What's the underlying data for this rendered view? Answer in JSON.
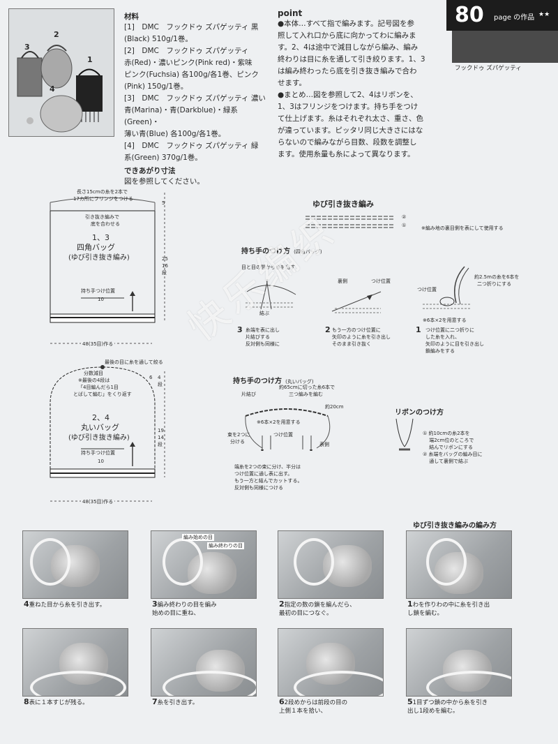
{
  "header": {
    "page_number": "80",
    "page_suffix": "page の作品",
    "stars": "★★",
    "subtitle": "フックドゥ ズパゲッティ"
  },
  "cover_photo": {
    "labels": [
      "3",
      "2",
      "1",
      "4"
    ]
  },
  "materials": {
    "heading": "材料",
    "lines": [
      "[1]　DMC　フックドゥ ズパゲッティ 黒",
      "(Black) 510g/1巻。",
      "[2]　DMC　フックドゥ ズパゲッティ",
      "赤(Red)・濃いピンク(Pink red)・紫味",
      "ピンク(Fuchsia) 各100g/各1巻、ピンク",
      "(Pink) 150g/1巻。",
      "[3]　DMC　フックドゥ ズパゲッティ 濃い",
      "青(Marina)・青(Darkblue)・緑系(Green)・",
      "薄い青(Blue) 各100g/各1巻。",
      "[4]　DMC　フックドゥ ズパゲッティ 緑",
      "系(Green) 370g/1巻。"
    ],
    "size_heading": "できあがり寸法",
    "size_text": "図を参照してください。"
  },
  "point": {
    "heading": "point",
    "lines": [
      "●本体…すべて指で編みます。記号図を参",
      "照して入れ口から底に向かってわに編みま",
      "す。2、4は途中で減目しながら編み、編み",
      "終わりは目に糸を通して引き絞ります。1、3",
      "は編み終わったら底を引き抜き編みで合わ",
      "せます。",
      "●まとめ…図を参照して2、4はリボンを、",
      "1、3はフリンジをつけます。持ち手をつけ",
      "て仕上げます。糸はそれぞれ太さ、重さ、色",
      "が違っています。ピッタリ同じ大きさにはな",
      "らないので編みながら目数、段数を調整し",
      "ます。使用糸量も糸によって異なります。"
    ]
  },
  "diagram1": {
    "top_note_1": "長さ15cmの糸を2本で",
    "top_note_2": "17カ所にフリンジをつける",
    "inner_note_1": "引き抜き編みで",
    "inner_note_2": "底を合わせる",
    "title_1": "1、3",
    "title_2": "四角バッグ",
    "title_3": "(ゆび引き抜き編み)",
    "handle_pos": "持ち手つけ位置",
    "handle_width": "10",
    "dim_top": "5",
    "dim_height": "25",
    "dim_rows": "16",
    "dim_rows_unit": "段",
    "width_label": "48(35目)作る"
  },
  "diagram2": {
    "top_note": "最後の目に糸を通して絞る",
    "dec_1": "分数減目",
    "dec_2": "※最後の4段は",
    "dec_3": "「4目編んだら1目",
    "dec_4": "とばして編む」をくり返す",
    "title_1": "2、4",
    "title_2": "丸いバッグ",
    "title_3": "(ゆび引き抜き編み)",
    "handle_pos": "持ち手つけ位置",
    "handle_width": "10",
    "dim_top": "6",
    "dim_top_rows": "4",
    "dim_top_unit": "段",
    "dim_height": "19",
    "dim_rows": "14",
    "dim_rows_unit": "段",
    "width_label": "48(35目)作る"
  },
  "stitch": {
    "heading": "ゆび引き抜き編み",
    "row_2": "②",
    "row_1": "①",
    "note": "※編み地の裏目側を表にして使用する"
  },
  "handle_square": {
    "heading": "持ち手のつけ方",
    "heading_sub": "(四角バッグ)",
    "s3_top": "目と目の間から糸を出す",
    "s3_knot": "結ぶ",
    "s3_num": "3",
    "s3_text": [
      "糸端を表に出し",
      "片結びする",
      "反対側も同様に"
    ],
    "s2_back": "裏側",
    "s2_pos": "つけ位置",
    "s2_num": "2",
    "s2_text": [
      "もう一方のつけ位置に",
      "矢印のように糸を引き出し",
      "そのまま引き抜く"
    ],
    "s1_note": "約2.5mの糸を6本を",
    "s1_note2": "二つ折りにする",
    "s1_pos": "つけ位置",
    "s1_prep": "※6本×2を用意する",
    "s1_num": "1",
    "s1_text": [
      "つけ位置に二つ折りに",
      "した糸を入れ、",
      "矢印のように目を引き出し",
      "鎖編みをする"
    ]
  },
  "handle_round": {
    "heading": "持ち手のつけ方",
    "heading_sub": "(丸いバッグ)",
    "note_1": "約65cmに切った糸6本で",
    "note_2": "三つ編みを編む",
    "knot": "片結び",
    "len": "約20cm",
    "prep": "※6本×2を用意する",
    "split_1": "束を2つに",
    "split_2": "分ける",
    "pos": "つけ位置",
    "front": "表側",
    "text": [
      "端糸を2つの束に分け、半分は",
      "つけ位置に通し表に出す。",
      "もう一方と結んでカットする。",
      "反対側も同様につける"
    ]
  },
  "ribbon": {
    "heading": "リボンのつけ方",
    "text": [
      "① 約10cmの糸2本を",
      "　 端2cm位のところで",
      "　 結んでリボンにする",
      "② 糸端をバッグの編み目に",
      "　 通して裏側で結ぶ"
    ]
  },
  "howto": {
    "heading": "ゆび引き抜き編みの編み方"
  },
  "steps": [
    {
      "num": "4",
      "text": [
        "重ねた目から糸を引き出す。"
      ]
    },
    {
      "num": "3",
      "text": [
        "編み終わりの目を編み",
        "始めの目に重ね、"
      ],
      "label_a": "編み始めの目",
      "label_b": "編み終わりの目"
    },
    {
      "num": "2",
      "text": [
        "指定の数の鎖を編んだら、",
        "最初の目につなぐ。"
      ]
    },
    {
      "num": "1",
      "text": [
        "わを作りわの中に糸を引き出",
        "し鎖を編む。"
      ]
    },
    {
      "num": "8",
      "text": [
        "表に１本すじが残る。"
      ]
    },
    {
      "num": "7",
      "text": [
        "糸を引き出す。"
      ]
    },
    {
      "num": "6",
      "text": [
        "2段めからは前段の目の",
        "上側１本を拾い、"
      ]
    },
    {
      "num": "5",
      "text": [
        "1目ずつ鎖の中から糸を引き",
        "出し1段めを編む。"
      ]
    }
  ],
  "watermark": "快乐编织",
  "colors": {
    "header_bg": "#1c1c1c",
    "header_text": "#ffffff",
    "page_bg": "#eef0f2"
  }
}
